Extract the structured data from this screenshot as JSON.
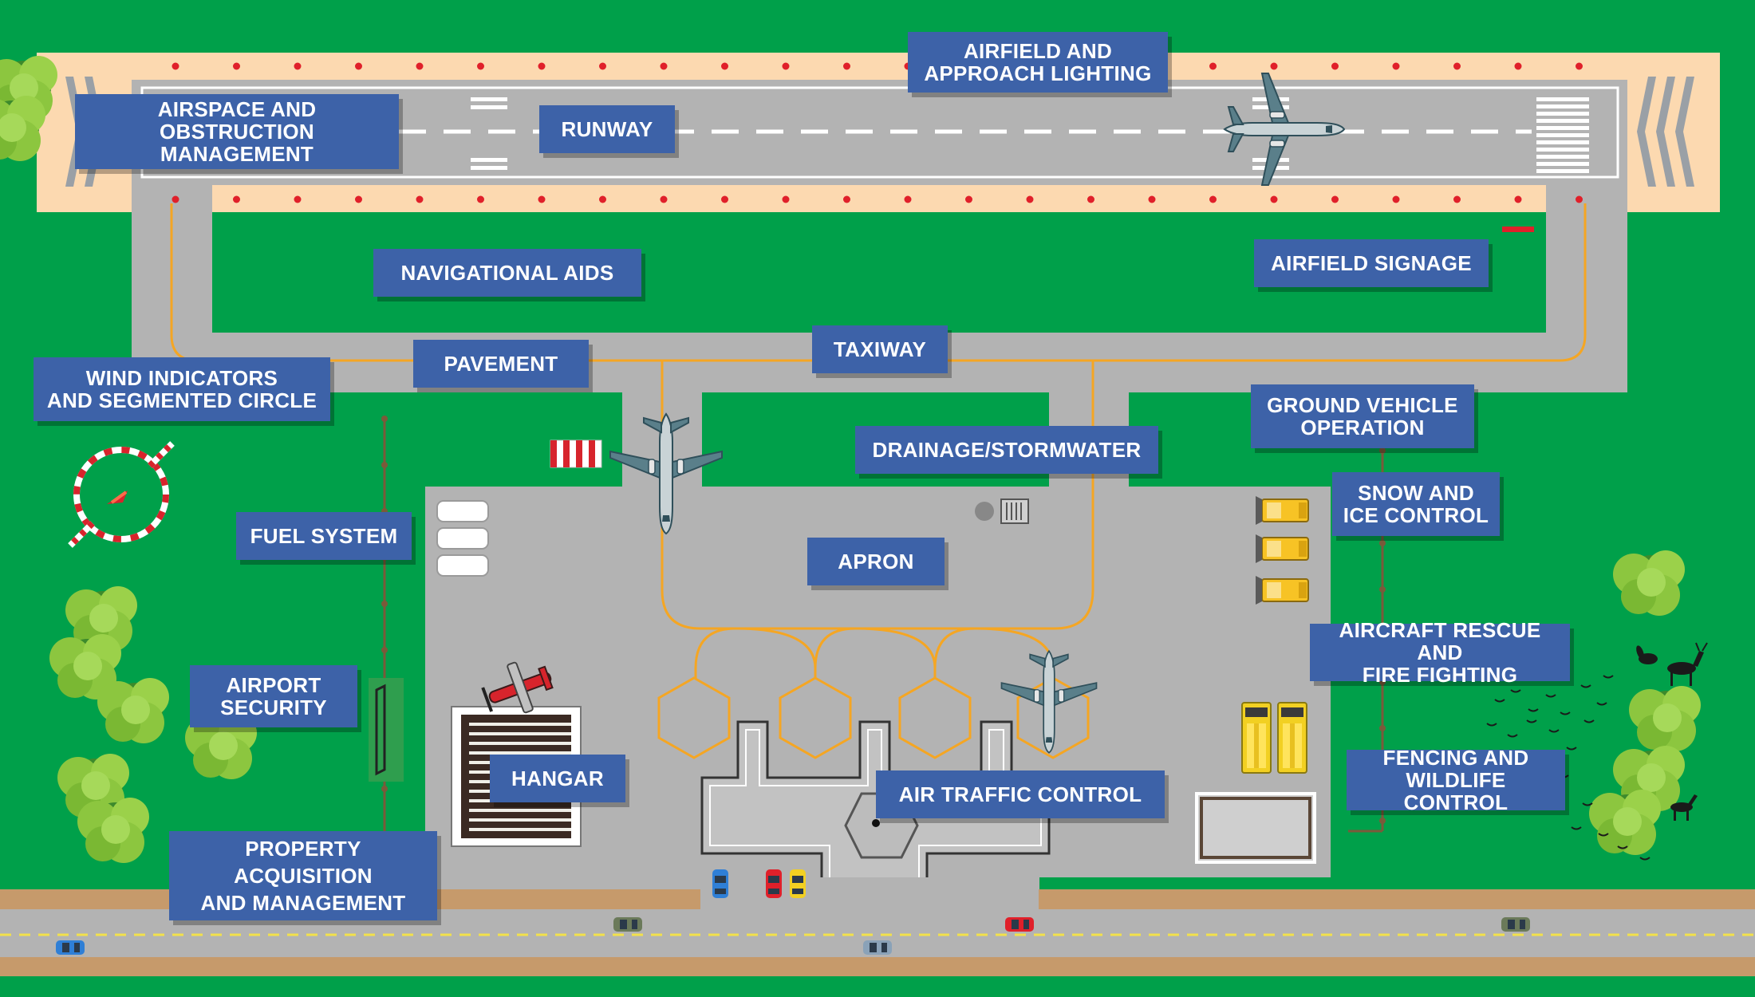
{
  "labels": {
    "airfield_lighting": "AIRFIELD AND\nAPPROACH LIGHTING",
    "airspace": "AIRSPACE AND OBSTRUCTION\nMANAGEMENT",
    "runway": "RUNWAY",
    "navaids": "NAVIGATIONAL AIDS",
    "signage": "AIRFIELD SIGNAGE",
    "pavement": "PAVEMENT",
    "taxiway": "TAXIWAY",
    "wind": "WIND INDICATORS\nAND SEGMENTED CIRCLE",
    "ground_vehicle": "GROUND VEHICLE\nOPERATION",
    "drainage": "DRAINAGE/STORMWATER",
    "snow_ice": "SNOW AND\nICE CONTROL",
    "fuel": "FUEL SYSTEM",
    "apron": "APRON",
    "arff": "AIRCRAFT RESCUE AND\nFIRE FIGHTING",
    "security": "AIRPORT\nSECURITY",
    "hangar": "HANGAR",
    "atc": "AIR TRAFFIC CONTROL",
    "fencing": "FENCING AND\nWILDLIFE CONTROL",
    "property": "PROPERTY ACQUISITION\nAND MANAGEMENT"
  },
  "colors": {
    "grass": "#00a04a",
    "pavement": "#b3b3b3",
    "safety_area": "#fcd9b0",
    "label_bg": "#3d62a8",
    "taxi_line": "#f5a623",
    "runway_light": "#e0202a",
    "road": "#c69a6b",
    "tree": "#8cc63f",
    "snow_vehicle": "#f7c325"
  },
  "icons": [
    "jet-plane-icon",
    "propeller-plane-icon",
    "tree-icon",
    "car-icon",
    "snow-plow-icon",
    "fire-truck-icon",
    "deer-icon",
    "rabbit-icon",
    "bird-flock-icon",
    "windsock-icon"
  ]
}
